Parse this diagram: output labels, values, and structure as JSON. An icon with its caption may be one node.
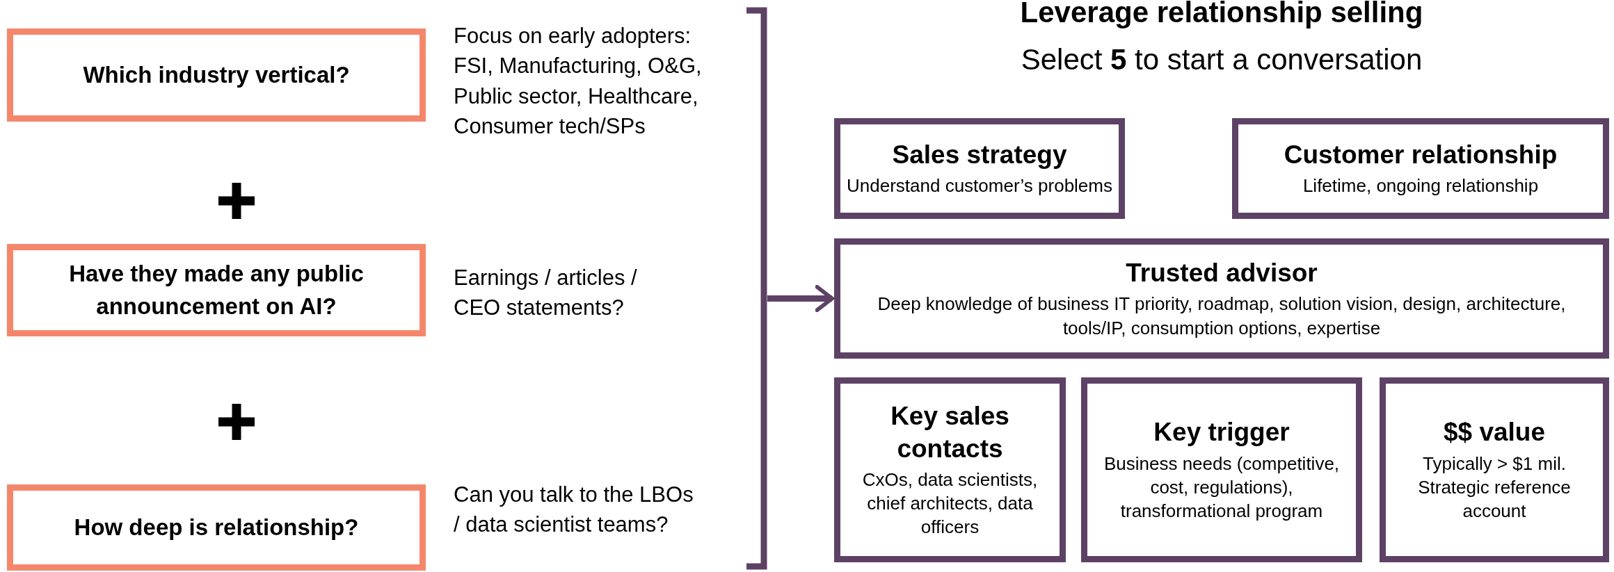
{
  "diagram": {
    "title": "Leverage relationship selling",
    "nodes": [
      {
        "text": [
          "Which industry vertical?"
        ],
        "beside": [
          "Focus on early adopters: FSI, Manufacturing, O&G, Public sector, Healthcare, Consumer tech/SPs"
        ]
      },
      {
        "text": [
          "Have they made any public announcement on AI?"
        ],
        "beside": [
          "Earnings / articles / CEO statements?"
        ]
      },
      {
        "text": [
          "How deep is relationship?"
        ],
        "beside": [
          "Can you talk to the LBOs / data scientist teams?"
        ]
      },
      {
        "text": [],
        "shape": "bracket"
      },
      {
        "text": [
          "Sales strategy",
          "Understand customer’s problems"
        ]
      },
      {
        "text": [
          "Customer relationship",
          "Lifetime, ongoing relationship"
        ]
      },
      {
        "text": [
          "Trusted advisor",
          "Deep knowledge of business IT priority, roadmap, solution vision, design, architecture, tools/IP, consumption options, expertise"
        ]
      },
      {
        "text": [
          "Key sales contacts",
          "CxOs, data scientists, chief architects, data officers"
        ]
      },
      {
        "text": [
          "Key trigger",
          "Business needs (competitive, cost, regulations), transformational program"
        ]
      },
      {
        "text": [
          "$$ value",
          "Typically > $1 mil. Strategic reference account"
        ]
      }
    ],
    "edges": [
      {
        "from": 3,
        "to": 6,
        "arrow": "to"
      }
    ],
    "labels": [
      "Select **5** to start a conversation"
    ]
  }
}
